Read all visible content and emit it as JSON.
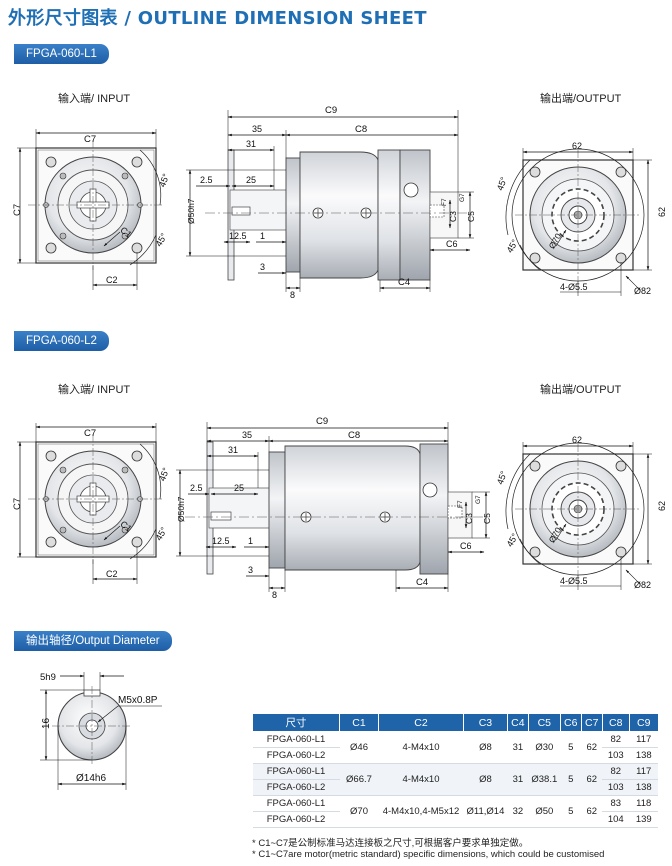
{
  "header": {
    "title": "外形尺寸图表 / OUTLINE DIMENSION SHEET"
  },
  "sections": {
    "l1": {
      "tag": "FPGA-060-L1"
    },
    "l2": {
      "tag": "FPGA-060-L2"
    },
    "shaft": {
      "tag": "输出轴径/Output Diameter"
    }
  },
  "views": {
    "input": "输入端/ INPUT",
    "output": "输出端/OUTPUT"
  },
  "dims": {
    "c7": "C7",
    "c8": "C8",
    "c9": "C9",
    "c4": "C4",
    "c5": "C5",
    "c6": "C6",
    "c3": "C3",
    "c1": "C1",
    "c2": "C2",
    "d35": "35",
    "d31": "31",
    "d25": "25",
    "d2_5": "2.5",
    "d12_5": "12.5",
    "d1": "1",
    "d3": "3",
    "d8": "8",
    "d62": "62",
    "a45": "45°",
    "phi50": "Ø50h7",
    "phi70": "Ø70",
    "holes": "4-Ø5.5",
    "phi82": "Ø82",
    "sub_f7": "F7",
    "sub_g7": "G7"
  },
  "shaft": {
    "key_width": "5h9",
    "thread": "M5x0.8P",
    "height": "16",
    "diameter": "Ø14h6"
  },
  "table": {
    "headers": [
      "尺寸",
      "C1",
      "C2",
      "C3",
      "C4",
      "C5",
      "C6",
      "C7",
      "C8",
      "C9"
    ],
    "groups": [
      {
        "c1": "Ø46",
        "c2": "4-M4x10",
        "c3": "Ø8",
        "c4": "31",
        "c5": "Ø30",
        "c6": "5",
        "c7": "62",
        "rows": [
          {
            "model": "FPGA-060-L1",
            "c8": "82",
            "c9": "117"
          },
          {
            "model": "FPGA-060-L2",
            "c8": "103",
            "c9": "138"
          }
        ]
      },
      {
        "c1": "Ø66.7",
        "c2": "4-M4x10",
        "c3": "Ø8",
        "c4": "31",
        "c5": "Ø38.1",
        "c6": "5",
        "c7": "62",
        "rows": [
          {
            "model": "FPGA-060-L1",
            "c8": "82",
            "c9": "117"
          },
          {
            "model": "FPGA-060-L2",
            "c8": "103",
            "c9": "138"
          }
        ]
      },
      {
        "c1": "Ø70",
        "c2": "4-M4x10,4-M5x12",
        "c3": "Ø11,Ø14",
        "c4": "32",
        "c5": "Ø50",
        "c6": "5",
        "c7": "62",
        "rows": [
          {
            "model": "FPGA-060-L1",
            "c8": "83",
            "c9": "118"
          },
          {
            "model": "FPGA-060-L2",
            "c8": "104",
            "c9": "139"
          }
        ]
      }
    ]
  },
  "notes": {
    "cn": "* C1~C7是公制标准马达连接板之尺寸,可根据客户要求单独定做。",
    "en": "* C1~C7are motor(metric standard)  specific dimensions, which could be customised"
  }
}
